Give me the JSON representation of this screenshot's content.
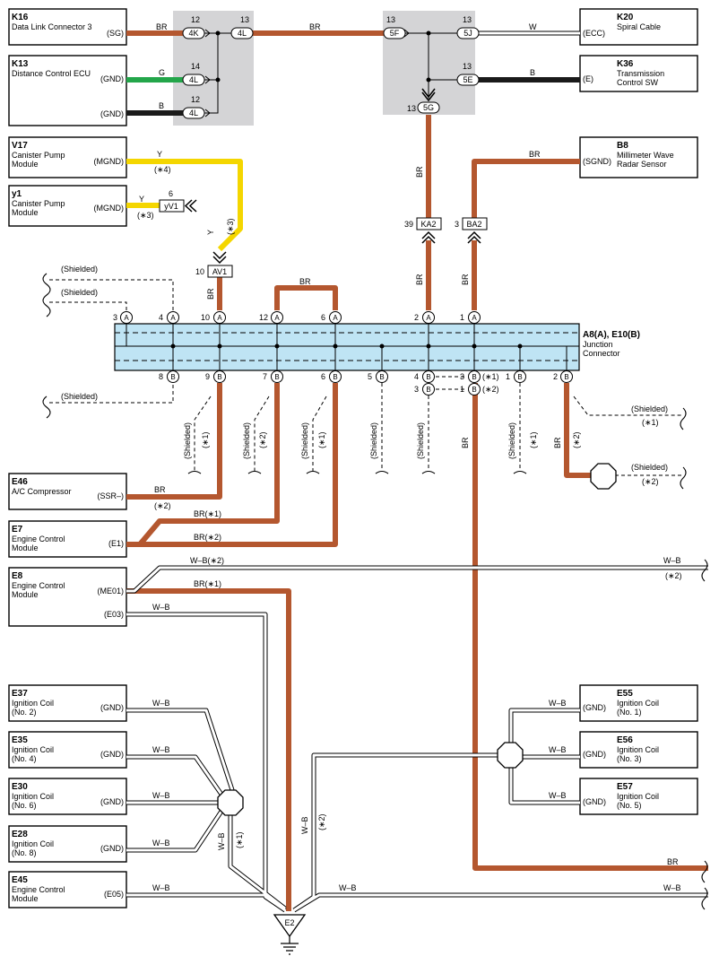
{
  "colors": {
    "BR": "#b4572f",
    "G": "#23a64a",
    "B": "#1a1a1a",
    "Y": "#f4d600",
    "W": "#ffffff",
    "splice_bg": "#d4d4d6",
    "junction_fill": "#bfe4f4"
  },
  "components": {
    "K16": {
      "code": "K16",
      "name": [
        "Data Link Connector 3"
      ],
      "terminal": "(SG)"
    },
    "K13": {
      "code": "K13",
      "name": [
        "Distance Control ECU"
      ],
      "terminal1": "(GND)",
      "terminal2": "(GND)"
    },
    "V17": {
      "code": "V17",
      "name": [
        "Canister Pump",
        "Module"
      ],
      "terminal": "(MGND)"
    },
    "y1": {
      "code": "y1",
      "name": [
        "Canister Pump",
        "Module"
      ],
      "terminal": "(MGND)"
    },
    "K20": {
      "code": "K20",
      "name": [
        "Spiral Cable"
      ],
      "terminal": "(ECC)"
    },
    "K36": {
      "code": "K36",
      "name": [
        "Transmission",
        "Control SW"
      ],
      "terminal": "(E)"
    },
    "B8": {
      "code": "B8",
      "name": [
        "Millimeter Wave",
        "Radar Sensor"
      ],
      "terminal": "(SGND)"
    },
    "E46": {
      "code": "E46",
      "name": [
        "A/C Compressor"
      ],
      "terminal": "(SSR–)"
    },
    "E7": {
      "code": "E7",
      "name": [
        "Engine Control",
        "Module"
      ],
      "terminal": "(E1)"
    },
    "E8": {
      "code": "E8",
      "name": [
        "Engine Control",
        "Module"
      ],
      "terminal1": "(ME01)",
      "terminal2": "(E03)"
    },
    "E37": {
      "code": "E37",
      "name": [
        "Ignition Coil",
        "(No. 2)"
      ],
      "terminal": "(GND)"
    },
    "E35": {
      "code": "E35",
      "name": [
        "Ignition Coil",
        "(No. 4)"
      ],
      "terminal": "(GND)"
    },
    "E30": {
      "code": "E30",
      "name": [
        "Ignition Coil",
        "(No. 6)"
      ],
      "terminal": "(GND)"
    },
    "E28": {
      "code": "E28",
      "name": [
        "Ignition Coil",
        "(No. 8)"
      ],
      "terminal": "(GND)"
    },
    "E45": {
      "code": "E45",
      "name": [
        "Engine Control",
        "Module"
      ],
      "terminal": "(E05)"
    },
    "E55": {
      "code": "E55",
      "name": [
        "Ignition Coil",
        "(No. 1)"
      ],
      "terminal": "(GND)"
    },
    "E56": {
      "code": "E56",
      "name": [
        "Ignition Coil",
        "(No. 3)"
      ],
      "terminal": "(GND)"
    },
    "E57": {
      "code": "E57",
      "name": [
        "Ignition Coil",
        "(No. 5)"
      ],
      "terminal": "(GND)"
    }
  },
  "junction": {
    "title": "A8(A), E10(B)",
    "subtitle": [
      "Junction",
      "Connector"
    ]
  },
  "ground": {
    "label": "E2"
  },
  "connectors": {
    "c4K": "4K",
    "c4L": "4L",
    "c5F": "5F",
    "c5J": "5J",
    "c5E": "5E",
    "c5G": "5G",
    "yV1": "yV1",
    "AV1": "AV1",
    "KA2": "KA2",
    "BA2": "BA2"
  },
  "pins": {
    "p12a": "12",
    "p13a": "13",
    "p14": "14",
    "p12b": "12",
    "p13b": "13",
    "p13c": "13",
    "p13d": "13",
    "p13e": "13",
    "p6": "6",
    "p10": "10",
    "p39": "39",
    "p3": "3",
    "A3": "3",
    "A4": "4",
    "A10": "10",
    "A12": "12",
    "A6": "6",
    "A2": "2",
    "A1": "1",
    "B8": "8",
    "B9": "9",
    "B7": "7",
    "B6": "6",
    "B5": "5",
    "B4": "4",
    "B3": "3",
    "B3r": "3",
    "B1r": "1",
    "B1": "1",
    "B2": "2"
  },
  "labels": {
    "BR": "BR",
    "G": "G",
    "B": "B",
    "Y": "Y",
    "W": "W",
    "W-B": "W–B",
    "BR_s1": "BR(∗1)",
    "BR_s2": "BR(∗2)",
    "W-B_s2": "W–B(∗2)",
    "shielded": "(Shielded)",
    "s1": "(∗1)",
    "s2": "(∗2)",
    "s3": "(∗3)",
    "s4": "(∗4)",
    "A": "A",
    "Bc": "B"
  }
}
